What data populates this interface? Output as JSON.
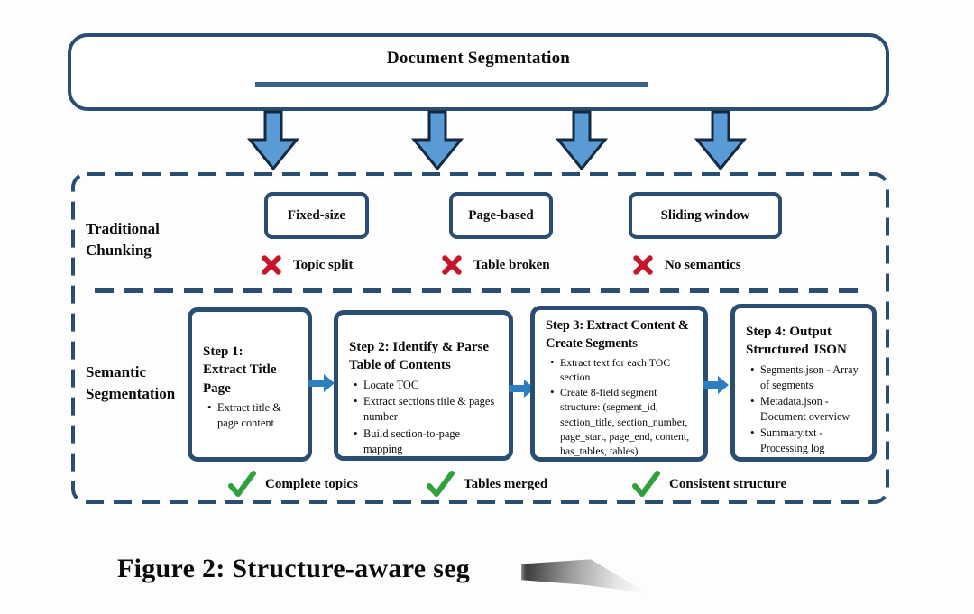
{
  "title": "Document Segmentation",
  "rows": {
    "traditional": {
      "label_line1": "Traditional",
      "label_line2": "Chunking",
      "methods": [
        {
          "name": "Fixed-size",
          "issue": "Topic split"
        },
        {
          "name": "Page-based",
          "issue": "Table broken"
        },
        {
          "name": "Sliding window",
          "issue": "No semantics"
        }
      ]
    },
    "semantic": {
      "label_line1": "Semantic",
      "label_line2": "Segmentation",
      "steps": [
        {
          "title_line1": "Step 1:",
          "title_line2": "Extract Title Page",
          "bullets": [
            "Extract title & page content"
          ]
        },
        {
          "title_line1": "Step 2: Identify & Parse",
          "title_line2": "Table of Contents",
          "bullets": [
            "Locate TOC",
            "Extract sections title & pages number",
            "Build section-to-page mapping"
          ]
        },
        {
          "title_line1": "Step 3: Extract Content &",
          "title_line2": "Create Segments",
          "bullets": [
            "Extract text for each TOC section",
            "Create 8-field segment structure: (segment_id, section_title, section_number, page_start, page_end, content, has_tables, tables)"
          ]
        },
        {
          "title_line1": "Step 4: Output",
          "title_line2": "Structured JSON",
          "bullets": [
            "Segments.json - Array of segments",
            "Metadata.json - Document overview",
            "Summary.txt - Processing log"
          ]
        }
      ],
      "benefits": [
        "Complete topics",
        "Tables merged",
        "Consistent structure"
      ]
    }
  },
  "caption": "Figure 2: Structure-aware seg",
  "colors": {
    "navy": "#2a4d71",
    "title_underline": "#3a5f88",
    "big_arrow_fill": "#5b9bd5",
    "big_arrow_outline": "#13293f",
    "step_arrow_blue": "#2b7fc0",
    "x_red": "#c81428",
    "check_green": "#2fa13c"
  }
}
